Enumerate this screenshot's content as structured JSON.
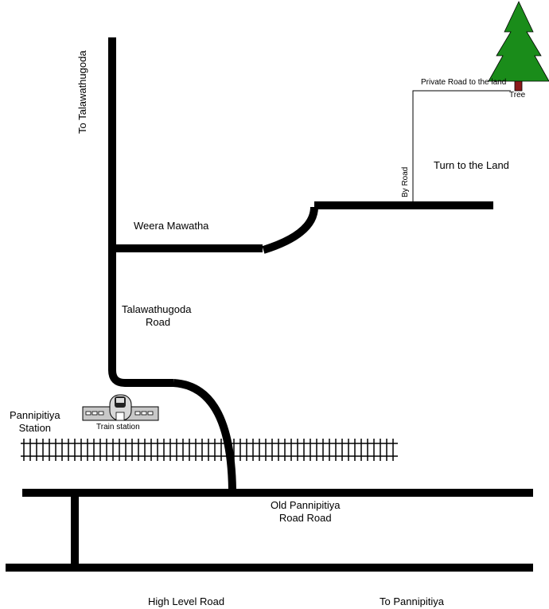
{
  "labels": {
    "to_talawathugoda": "To Talawathugoda",
    "weera_mawatha": "Weera Mawatha",
    "talawathugoda_road_1": "Talawathugoda",
    "talawathugoda_road_2": "Road",
    "pannipitiya_station_1": "Pannipitiya",
    "pannipitiya_station_2": "Station",
    "train_station": "Train station",
    "old_pannipitiya_1": "Old Pannipitiya",
    "old_pannipitiya_2": "Road Road",
    "high_level_road": "High Level Road",
    "to_pannipitiya": "To Pannipitiya",
    "private_road": "Private Road to the land",
    "tree": "Tree",
    "by_road": "By Road",
    "turn_to_land": "Turn to the Land"
  },
  "colors": {
    "road": "#000000",
    "tree_foliage": "#1a8c1a",
    "tree_trunk": "#8b1a1a",
    "station_fill": "#c8c8c8"
  },
  "icons": {
    "tree": "pine-tree-icon",
    "train": "train-icon"
  }
}
